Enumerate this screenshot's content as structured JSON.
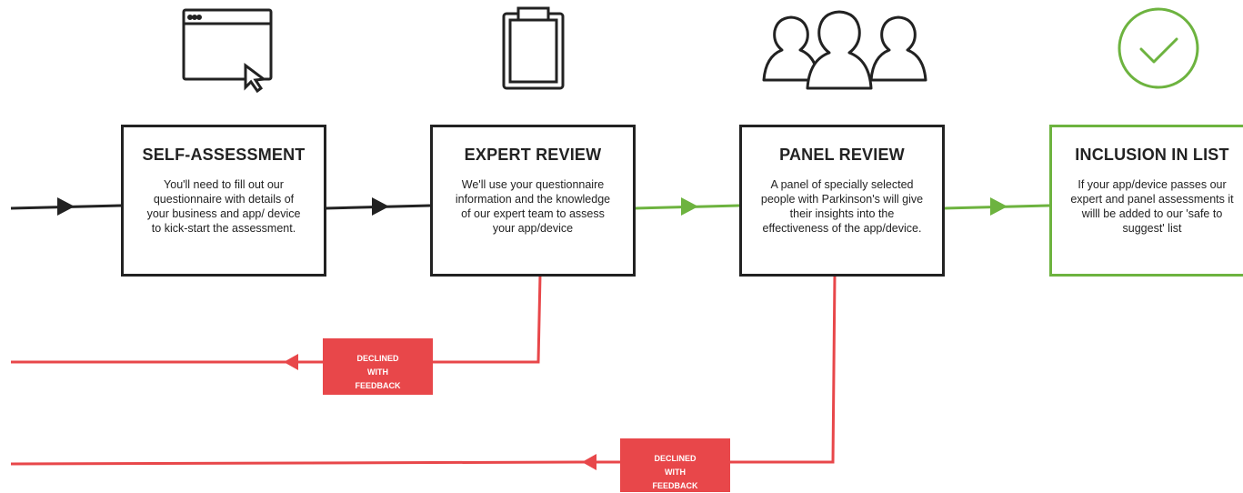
{
  "colors": {
    "dark": "#222222",
    "success": "#6db33f",
    "declined": "#e8474a"
  },
  "steps": [
    {
      "icon": "browser-window-cursor-icon",
      "title": "SELF-ASSESSMENT",
      "description": "You'll need to fill out our questionnaire with details of your business and app/ device to kick-start the assessment."
    },
    {
      "icon": "clipboard-icon",
      "title": "EXPERT REVIEW",
      "description": "We'll use your questionnaire information and the knowledge of our expert team to assess your app/device"
    },
    {
      "icon": "people-group-icon",
      "title": "PANEL REVIEW",
      "description": "A panel of specially selected people with Parkinson's will give their insights into the effectiveness of the app/device."
    },
    {
      "icon": "checkmark-circle-icon",
      "title": "INCLUSION IN LIST",
      "description": "If your app/device passes our expert and panel assessments it willl be added to our 'safe to suggest' list"
    }
  ],
  "declined": [
    {
      "label": "DECLINED WITH FEEDBACK",
      "from": "EXPERT REVIEW"
    },
    {
      "label": "DECLINED WITH FEEDBACK",
      "from": "PANEL REVIEW"
    }
  ]
}
